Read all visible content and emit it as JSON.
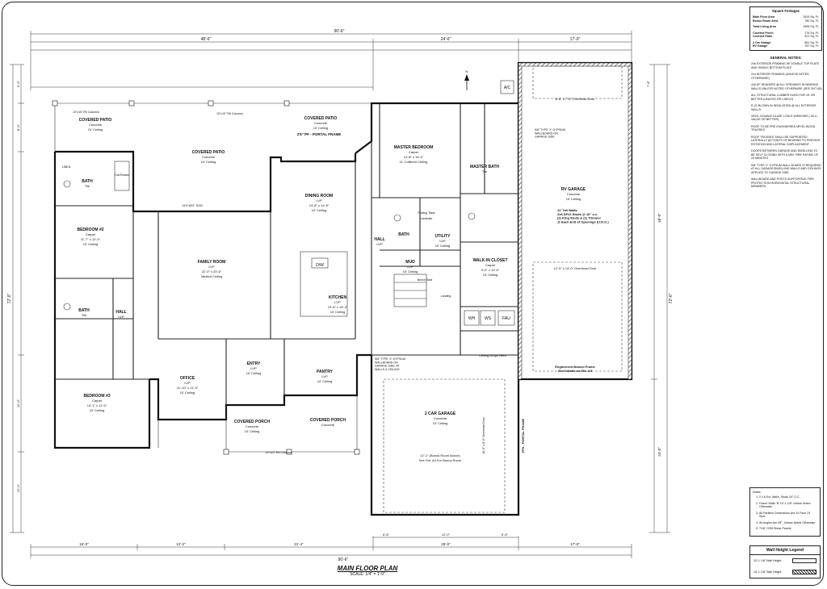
{
  "plan": {
    "title": "MAIN FLOOR PLAN",
    "scale": "SCALE: 1/4\" = 1'-0\"",
    "top_dims": {
      "overall": "90'-6\"",
      "left": "48'-6\"",
      "middle": "24'-6\"",
      "garage": "17'-0\""
    },
    "bottom_dims": {
      "overall": "90'-6\"",
      "a": "15'-0\"",
      "b": "12'-2\"",
      "c": "21'-4\"",
      "d": "25'-0\"",
      "e": "17'-0\"",
      "f": "6'-6\"",
      "g": "12'-0\"",
      "h": "6'-6\""
    },
    "left_dims": {
      "overall": "72'-0\"",
      "a": "6'-0\"",
      "b": "8'-0\"",
      "c": "12'-0\"",
      "d": "12'-0\""
    },
    "right_dims": {
      "overall": "72'-0\"",
      "a": "48'-0\"",
      "b": "24'-0\"",
      "c": "7'-8\""
    }
  },
  "rooms": [
    {
      "name": "COVERED PATIO",
      "floor": "Concrete",
      "ceiling": "10' Ceiling"
    },
    {
      "name": "COVERED PATIO",
      "floor": "Concrete",
      "ceiling": "10' Ceiling"
    },
    {
      "name": "COVERED PATIO",
      "floor": "Concrete",
      "ceiling": "10' Ceiling"
    },
    {
      "name": "MASTER BEDROOM",
      "floor": "Carpet",
      "size": "14'-8\" x 16'-0\"",
      "ceiling": "11' Coffered Ceiling"
    },
    {
      "name": "RV GARAGE",
      "floor": "Concrete",
      "ceiling": "15' Ceiling"
    },
    {
      "name": "BEDROOM #2",
      "floor": "Carpet",
      "size": "11'-7\" x 12'-0\"",
      "ceiling": "10' Ceiling"
    },
    {
      "name": "FAMILY ROOM",
      "floor": "LVP",
      "size": "22'-0\" x 20'-6\"",
      "ceiling": "Vaulted Ceiling"
    },
    {
      "name": "DINING ROOM",
      "floor": "LVP",
      "size": "13'-8\" x 14'-8\"",
      "ceiling": "10' Ceiling"
    },
    {
      "name": "KITCHEN",
      "floor": "LVP",
      "size": "13'-8\" x 15'-3\"",
      "ceiling": "10' Ceiling"
    },
    {
      "name": "WALK-IN CLOSET",
      "floor": "Carpet",
      "size": "9'-0\" x 12'-6\"",
      "ceiling": "10' Ceiling"
    },
    {
      "name": "MASTER BATH",
      "floor": "Tile"
    },
    {
      "name": "BEDROOM #3",
      "floor": "Carpet",
      "size": "14'-1\" x 12'-0\"",
      "ceiling": "10' Ceiling"
    },
    {
      "name": "OFFICE",
      "floor": "LVP",
      "size": "11'-10\" x 11'-5\"",
      "ceiling": "10' Ceiling"
    },
    {
      "name": "ENTRY",
      "floor": "LVP",
      "ceiling": "10' Ceiling"
    },
    {
      "name": "PANTRY",
      "floor": "LVP",
      "ceiling": "10' Ceiling"
    },
    {
      "name": "COVERED PORCH",
      "floor": "Concrete",
      "ceiling": "10' Ceiling"
    },
    {
      "name": "COVERED PORCH",
      "floor": "Concrete"
    },
    {
      "name": "2 CAR GARAGE",
      "floor": "Concrete",
      "ceiling": "10' Ceiling"
    },
    {
      "name": "BATH",
      "floor": "Tile"
    },
    {
      "name": "BATH",
      "floor": "Tile"
    },
    {
      "name": "MUD",
      "floor": "LVP",
      "ceiling": "10' Ceiling"
    },
    {
      "name": "UTILITY",
      "floor": "LVP",
      "ceiling": "10' Ceiling"
    },
    {
      "name": "HALL",
      "floor": "LVP"
    },
    {
      "name": "HALL",
      "floor": "LVP"
    },
    {
      "name": "BATH"
    }
  ],
  "labels": {
    "portal_frame": "2'6\" PF - PORTAL FRAME",
    "portal_frame_v": "PF6 - PORTAL FRAME",
    "overhead_door_rv": "8'-6\" x 7'-6\" Overhead Door",
    "overhead_door_rv2": "12'-0\" x 14'-0\" Overhead Door",
    "overhead_door_garage": "16'-0\" x 8'-0\" Overhead Door",
    "bonus_room": "12'-1\" (Bonus Room Above)",
    "bonus_room2": "See Sht. A4 For Bonus Room",
    "engineered_frame": "Engineered Braced Frame\nSee Details on Sht. A5",
    "ceiling_drops": "Ceiling Drops Here",
    "ac": "A/C",
    "dw": "D/W",
    "wh": "WH",
    "ws": "WS",
    "fau": "FAU",
    "tall_walls": "11' Tall Walls:\n2x6 DF#2 Studs @ 16\" o.c.\n(2) King Studs & (1) Trimmer\n@ Each End of Openings (U.N.O.)",
    "gyp_rv": "5/8\" TYPE 'X' GYPSUM\nWALLBOARD ON\nGARAGE SIDE",
    "gyp_garage": "5/8\" TYPE 'X' GYPSUM\nWALLBOARD ON\nGARAGE SIDE OF\nWALLS & CEILING",
    "columns_a": "10\"x10\" Rtl Columns",
    "columns_b": "10\"x10\" Rtl Columns",
    "columns_c": "10\"x10\" Rtl Columns",
    "folding_table": "Folding Table",
    "laminate": "Laminate",
    "bench_seat": "Bench Seat",
    "landing": "Landing",
    "linen": "LINEN",
    "tub_shower": "Tub/Shower",
    "sgd": "14'0\"x8'0\" SGD",
    "north": "N"
  },
  "sidebar": {
    "sqft": {
      "title": "Square Footages",
      "main_floor": {
        "label": "Main Floor Area",
        "value": "2615 Sq. Ft."
      },
      "bonus_room": {
        "label": "Bonus Room Area",
        "value": "780 Sq. Ft."
      },
      "total_living": {
        "label": "Total Living Area",
        "value": "3395 Sq. Ft."
      },
      "covered_porch": {
        "label": "Covered Porch",
        "value": "176 Sq. Ft."
      },
      "covered_patio": {
        "label": "Covered Patio",
        "value": "621 Sq. Ft."
      },
      "car_garage": {
        "label": "2 Car Garage",
        "value": "861 Sq. Ft."
      },
      "rv_garage": {
        "label": "RV Garage",
        "value": "787 Sq. Ft."
      }
    },
    "general_notes_title": "GENERAL NOTES:",
    "general_notes": [
      "2x6 EXTERIOR FRAMING W/ DOUBLE TOP PLATE AND SINGLE BOTTOM PLATE",
      "2x4 INTERIOR FRAMING (UNLESS NOTED OTHERWISE)",
      "4x8 DF HEADERS @ ALL OPENINGS IN BEARING WALLS UNLESS NOTED OTHERWISE (SEE SHT A5)",
      "ALL STRUCTURAL LUMBER DUED FOR 15' OR BETTER (UNLESS FIR LARCH)",
      "R-21 BLOWN-IN INSULATION @ ALL EXTERIOR WALLS",
      "VINYL DOUBLE GLAZE LOW-E WINDOWS (.30 U-VALUE OR BETTER)",
      "ROOF TO BE PRE ENGINEERED MFGD WOOD TRUSSES",
      "ROOF TRUSSES SHALL BE SUPPORTED LATERALLY @ POINTS OF BEARING TO PREVENT ROTATION AND LATERAL DISPLACEMENT",
      "DOORS BETWEEN GARAGE AND DWELLING TO BE SELF CLOSING WITH A MIN. FIRE RATING OF 20 MINUTES",
      "5/8\" TYPE 'X' GYPSUM WALL BOARD IS REQUIRED AT ALL GARAGE/DWELLING WALLS AND CEILINGS APPLIED TO GARAGE SIDE",
      "WALLBOARD AND POSTS SUPPORTING FIRE PROTECTION HORIZONTAL STRUCTURAL MEMBERS"
    ],
    "notes_title": "Notes:",
    "notes": [
      "2 x 6 Ext. Walls, Studs 24\" O.C.",
      "Frame Walls 'B' 10'-1 1/8\" Unless Noted Otherwise",
      "All Partition Dimensions Are To Face Of Stud.",
      "All Angles Are 45°, Unless Noted Otherwise",
      "7/16\" OSB Shear Panels"
    ],
    "legend_title": "Wall Height Legend",
    "legend": [
      {
        "label": "10'-1 1/8\" Wall Height"
      },
      {
        "label": "15'-1 1/8\" Wall Height"
      }
    ]
  }
}
